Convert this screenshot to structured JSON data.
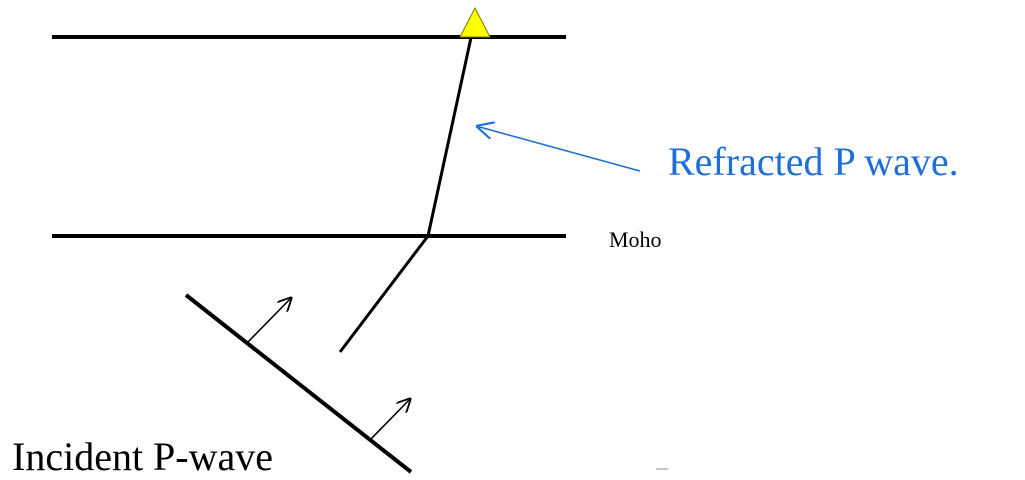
{
  "labels": {
    "refracted": "Refracted P wave.",
    "moho": "Moho",
    "incident": "Incident P-wave"
  },
  "colors": {
    "line": "#000000",
    "annotation": "#1f6fd6",
    "station_fill": "#ffff00",
    "station_stroke": "#7a7a00"
  }
}
